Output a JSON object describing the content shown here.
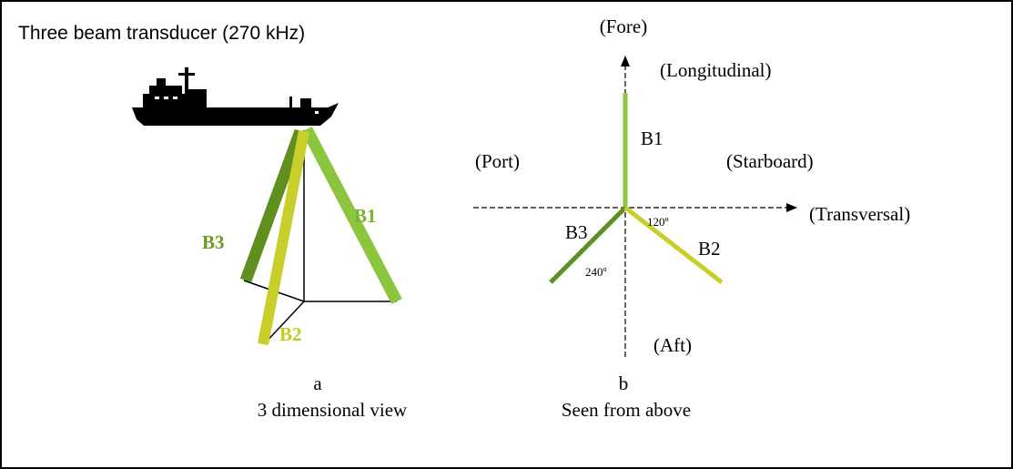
{
  "title": "Three beam transducer (270 kHz)",
  "colors": {
    "b1": "#8cc63f",
    "b2": "#c8cf2a",
    "b3": "#5f8f1e",
    "b1_label": "#7ab32e",
    "b2_label": "#c2c824",
    "b3_label": "#6a9a20"
  },
  "icons": {
    "ship": "ship-silhouette-icon"
  },
  "view_a": {
    "beam_b1": "B1",
    "beam_b2": "B2",
    "beam_b3": "B3",
    "letter": "a",
    "caption": "3 dimensional view"
  },
  "view_b": {
    "fore": "(Fore)",
    "longitudinal": "(Longitudinal)",
    "port": "(Port)",
    "starboard": "(Starboard)",
    "transversal": "(Transversal)",
    "aft": "(Aft)",
    "beam_b1": "B1",
    "beam_b2": "B2",
    "beam_b3": "B3",
    "angle_120": "120º",
    "angle_240": "240º",
    "letter": "b",
    "caption": "Seen from above"
  }
}
